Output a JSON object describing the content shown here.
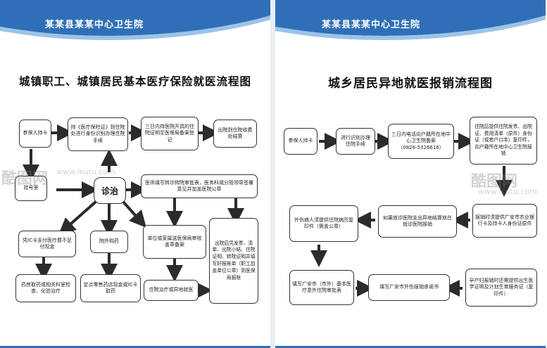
{
  "left_panel": {
    "hospital_name": "某某县某某中心卫生院",
    "title": "城镇职工、城镇居民基本医疗保险就医流程图",
    "hub": "诊治",
    "boxes": {
      "insured": "参保人持卡",
      "certificate": "持《医疗保险证》到住院处进行身份识别办理住院手续",
      "three_days": "三日内持医院开具的住院证明至医保局备案登记",
      "discharge": "出院到住院收费处结算",
      "registration": "挂号室",
      "referral": "医师填写转诊转院审批表，医务科或分管领导签署意见并加盖医院公章",
      "ic_card": "凭IC卡支付医疗费不足付现金",
      "outside_drug": "院外购药",
      "unit_record": "单位或家属送医保局审核盖章备案",
      "discharge_docs": "出院后凭发票、清单、出院小结、住院证明、转院证明并填写好报账单（职工加盖单位公章）到医保局报账",
      "pharmacy": "药房取药或相关科室检查、化验治疗",
      "retail": "定点零售药店现金或IC卡取药",
      "hospital_treat": "住院治疗或异地就医"
    }
  },
  "right_panel": {
    "hospital_name": "某某县某某中心卫生院",
    "title": "城乡居民异地就医报销流程图",
    "boxes": {
      "insured": "参保人持卡",
      "identify": "进行识别办理住院手续",
      "phone_record": "三日内电话向户籍所在地中心卫生院备案",
      "phone": "（0826-5326616）",
      "discharge_docs": "住院后提供住院发票、出院证、费用清单（原件）身份证（或者户口本）复印件，向户籍所在地中心卫生院报销",
      "report_materials": "报销时须提供广安市农业银行卡及持卡人身份证原件",
      "outpatient": "如果就诊医院支出异地结算就在就诊医院报销",
      "injured": "外伤病人须提供住院病历复印件（需盖公章）",
      "guangan_form": "填写广安市（市外）基本医疗意外住院审批表",
      "injury_promise": "填写广安市外伤报销承诺书",
      "maternity": "孕产妇报销时还需提供出生医学证明及计划生育服务证（复印件）"
    }
  },
  "watermark": {
    "brand": "酷图网",
    "url": "www.ikutu.com"
  },
  "colors": {
    "header_blue": "#2f6fb7",
    "arrow": "#2b2b2b",
    "box_border": "#333333"
  }
}
